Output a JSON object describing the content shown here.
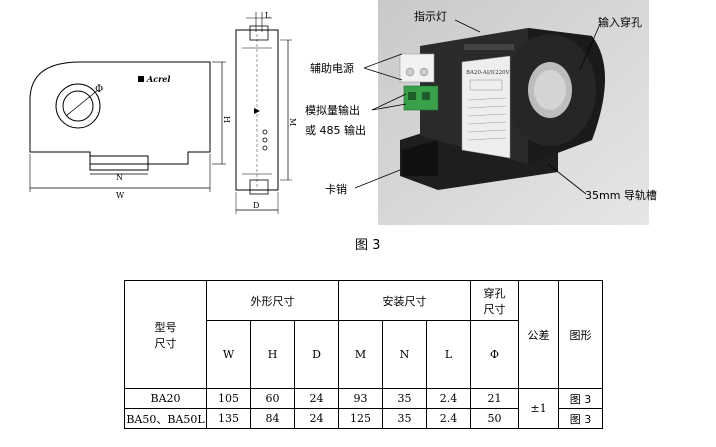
{
  "drawing_front": {
    "phi_label": "Φ",
    "brand_label": "Acrel",
    "n_label": "N",
    "w_label": "W",
    "h_label": "H"
  },
  "drawing_side": {
    "l_label": "L",
    "m_label": "M",
    "d_label": "D"
  },
  "photo_labels": {
    "indicator": "指示灯",
    "input_hole": "输入穿孔",
    "aux_power": "辅助电源",
    "analog_output": "模拟量输出",
    "rs485_output": "或 485 输出",
    "latch": "卡销",
    "rail_slot": "35mm 导轨槽",
    "model_plate": "BA20-AI/I(220V)"
  },
  "figure_caption": "图 3",
  "table": {
    "h_model": "型号",
    "h_size": "尺寸",
    "h_outer": "外形尺寸",
    "h_install": "安装尺寸",
    "h_hole1": "穿孔",
    "h_hole2": "尺寸",
    "h_tolerance": "公差",
    "h_figure": "图形",
    "sub_w": "W",
    "sub_h": "H",
    "sub_d": "D",
    "sub_m": "M",
    "sub_n": "N",
    "sub_l": "L",
    "sub_phi": "Φ",
    "tolerance_value": "±1",
    "rows": [
      {
        "model": "BA20",
        "w": "105",
        "h": "60",
        "d": "24",
        "m": "93",
        "n": "35",
        "l": "2.4",
        "phi": "21",
        "figure": "图 3"
      },
      {
        "model": "BA50、BA50L",
        "w": "135",
        "h": "84",
        "d": "24",
        "m": "125",
        "n": "35",
        "l": "2.4",
        "phi": "50",
        "figure": "图 3"
      }
    ]
  }
}
